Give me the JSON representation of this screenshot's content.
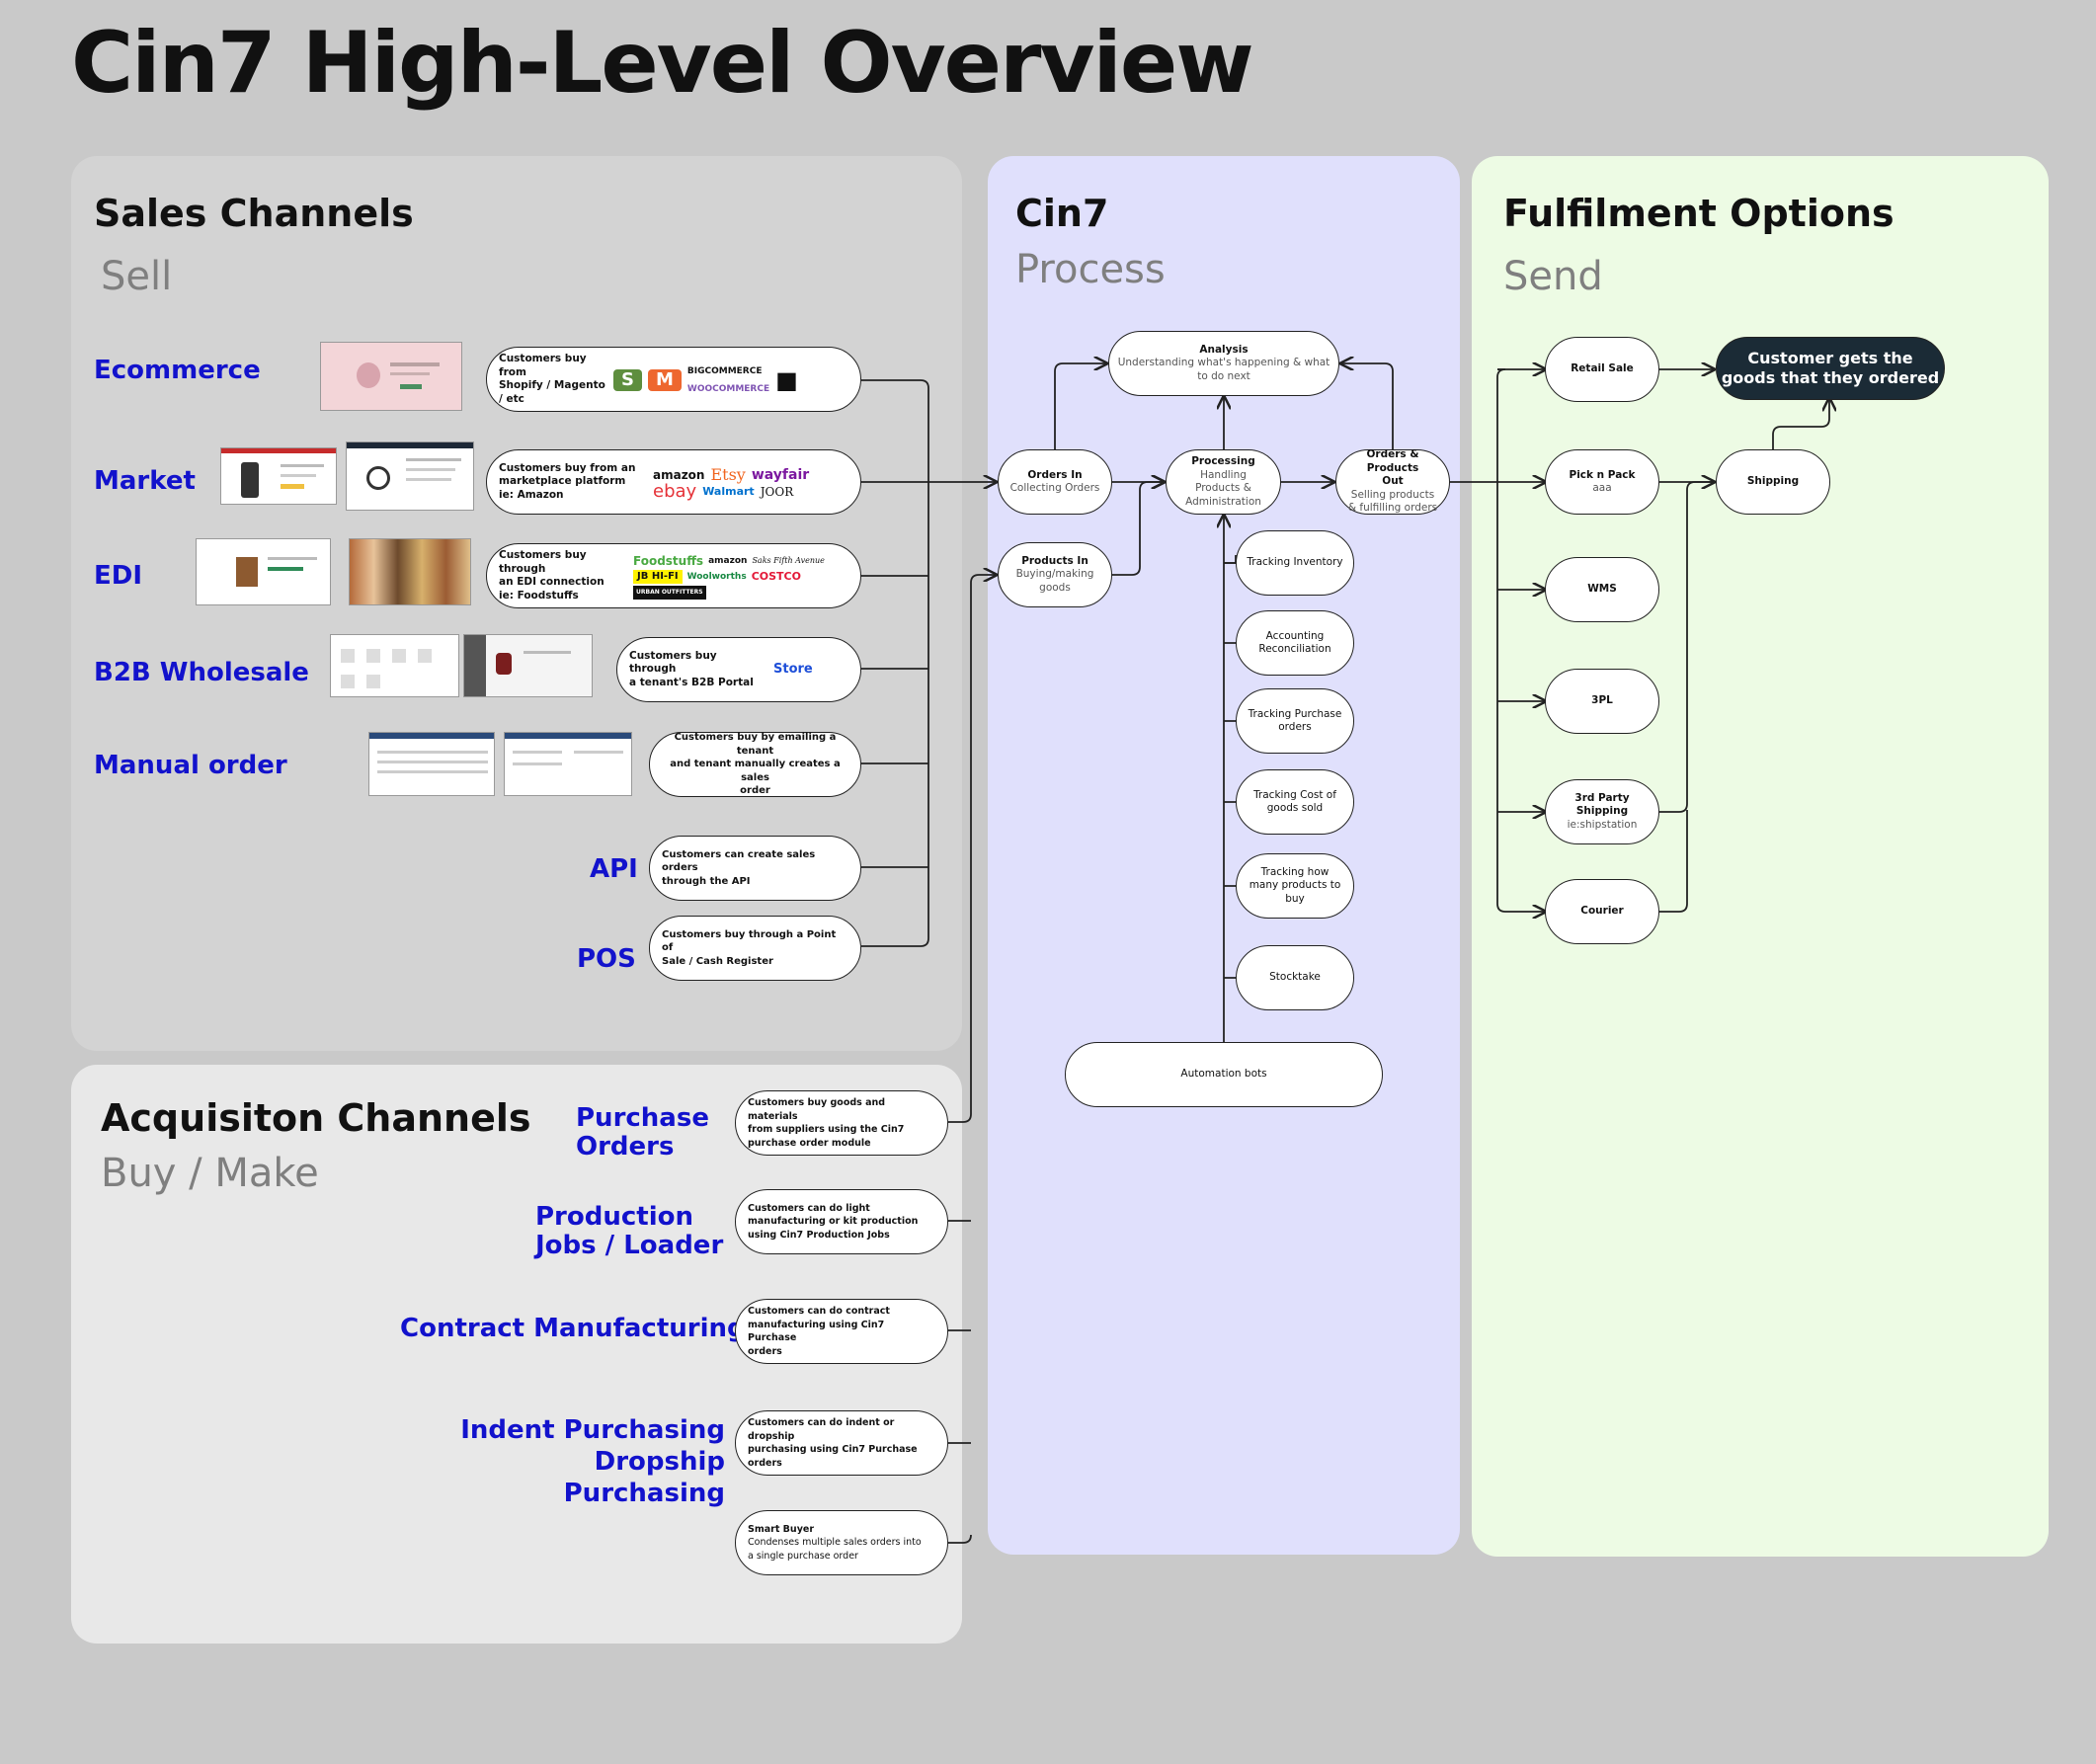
{
  "title": "Cin7 High-Level Overview",
  "sales": {
    "title": "Sales Channels",
    "subtitle": "Sell",
    "channels": [
      {
        "label": "Ecommerce",
        "pill": "Customers buy from\nShopify / Magento\n/ etc",
        "logos": [
          "S",
          "M",
          "BIGCOMMERCE",
          "WOOCOMMERCE",
          "■"
        ]
      },
      {
        "label": "Market",
        "pill": "Customers buy from an\nmarketplace platform\nie: Amazon",
        "logos": [
          "amazon",
          "Etsy",
          "wayfair",
          "ebay",
          "Walmart",
          "JOOR"
        ]
      },
      {
        "label": "EDI",
        "pill": "Customers buy through\nan EDI connection\nie: Foodstuffs",
        "logos": [
          "Foodstuffs",
          "amazon",
          "Saks Fifth Avenue",
          "JB HI-FI",
          "Woolworths",
          "COSTCO",
          "URBAN OUTFITTERS"
        ]
      },
      {
        "label": "B2B Wholesale",
        "pill": "Customers buy through\na tenant's B2B Portal",
        "logos": [
          "Store"
        ]
      },
      {
        "label": "Manual order",
        "pill": "Customers buy by emailing a tenant\nand tenant manually creates a sales\norder"
      },
      {
        "label": "API",
        "pill": "Customers can create sales orders\nthrough the API"
      },
      {
        "label": "POS",
        "pill": "Customers buy through a Point of\nSale /  Cash Register"
      }
    ]
  },
  "acq": {
    "title": "Acquisiton Channels",
    "subtitle": "Buy / Make",
    "channels": [
      {
        "label": "Purchase\nOrders",
        "pill": "Customers buy goods and materials\nfrom suppliers using the Cin7\npurchase order module"
      },
      {
        "label": "Production\nJobs / Loader",
        "pill": "Customers can do light\nmanufacturing or kit production\nusing Cin7 Production Jobs"
      },
      {
        "label": "Contract Manufacturing",
        "pill": "Customers can do contract\nmanufacturing using Cin7 Purchase\norders"
      },
      {
        "label": "Indent Purchasing\nDropship Purchasing",
        "pill": "Customers can do indent or dropship\npurchasing using Cin7 Purchase\norders"
      },
      {
        "label": "",
        "pill_title": "Smart Buyer",
        "pill": "Condenses multiple sales orders into\na single purchase order"
      }
    ]
  },
  "cin7": {
    "title": "Cin7",
    "subtitle": "Process",
    "analysis": {
      "title": "Analysis",
      "desc": "Understanding what's happening & what\nto do next"
    },
    "orders_in": {
      "title": "Orders In",
      "desc": "Collecting Orders"
    },
    "processing": {
      "title": "Processing",
      "desc": "Handling\nProducts &\nAdministration"
    },
    "orders_out": {
      "title": "Orders & Products\nOut",
      "desc": "Selling products\n& fulfilling orders"
    },
    "products_in": {
      "title": "Products In",
      "desc": "Buying/making\ngoods"
    },
    "tasks": [
      "Tracking Inventory",
      "Accounting\nReconciliation",
      "Tracking Purchase\norders",
      "Tracking Cost of\ngoods sold",
      "Tracking how\nmany products to\nbuy",
      "Stocktake"
    ],
    "automation": "Automation bots"
  },
  "fulfil": {
    "title": "Fulfilment Options",
    "subtitle": "Send",
    "options": [
      {
        "title": "Retail Sale",
        "desc": ""
      },
      {
        "title": "Pick n Pack",
        "desc": "aaa"
      },
      {
        "title": "WMS",
        "desc": ""
      },
      {
        "title": "3PL",
        "desc": ""
      },
      {
        "title": "3rd Party\nShipping",
        "desc": "ie:shipstation"
      },
      {
        "title": "Courier",
        "desc": ""
      }
    ],
    "shipping": "Shipping",
    "customer": "Customer gets the\ngoods that they ordered"
  },
  "colors": {
    "background": "#c9c9c9",
    "sales_panel": "#d3d3d3",
    "acq_panel": "#e8e8e8",
    "cin7_panel": "#e0e0fc",
    "fulfil_panel": "#edfbe4",
    "label_blue": "#1212cc",
    "dark_pill": "#1b2b36"
  }
}
